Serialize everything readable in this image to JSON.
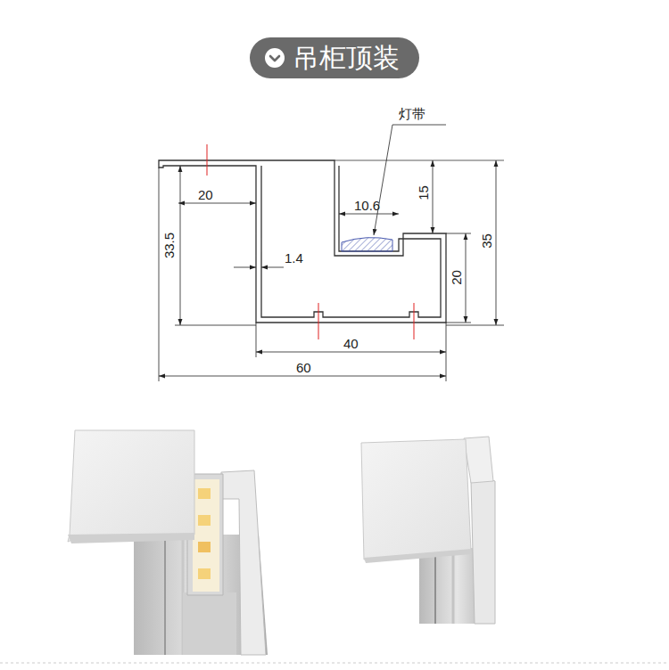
{
  "diagram": {
    "title": "吊柜顶装",
    "labels": [
      "灯带",
      "20",
      "33.5",
      "1.4",
      "10.6",
      "15",
      "35",
      "20",
      "40",
      "60"
    ]
  }
}
